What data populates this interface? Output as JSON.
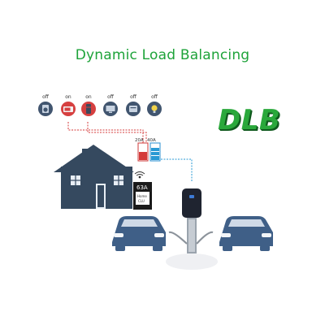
{
  "title": "Dynamic Load Balancing",
  "badge": "DLB",
  "appliances": [
    {
      "status": "off",
      "icon": "washing-machine-icon"
    },
    {
      "status": "on",
      "icon": "microwave-icon"
    },
    {
      "status": "on",
      "icon": "fridge-icon"
    },
    {
      "status": "off",
      "icon": "tv-icon"
    },
    {
      "status": "off",
      "icon": "kettle-icon"
    },
    {
      "status": "off",
      "icon": "light-bulb-icon"
    }
  ],
  "meters": {
    "left_label": "20A",
    "right_label": "40A"
  },
  "main_panel": {
    "rating": "63A",
    "line1": "Home",
    "line2": "CLU"
  },
  "colors": {
    "title": "#1ea33a",
    "dlb": "#2aa83b",
    "house": "#35495f",
    "car": "#3f5f87",
    "red_line": "#d43a3a",
    "blue_line": "#2a9ad4",
    "appliance": "#41556f",
    "appliance_on": "#d64040"
  }
}
